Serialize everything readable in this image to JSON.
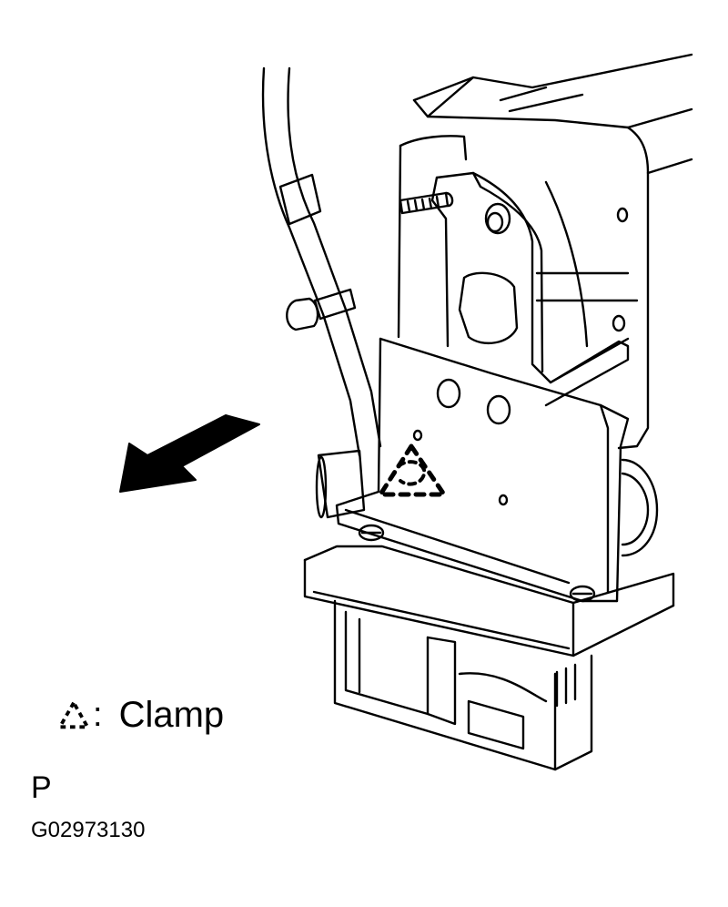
{
  "legend": {
    "separator": ":",
    "label": "Clamp",
    "symbol_icon": "dashed-triangle-icon"
  },
  "view_letter": "P",
  "figure_code": "G02973130",
  "colors": {
    "line": "#000000",
    "background": "#ffffff"
  }
}
